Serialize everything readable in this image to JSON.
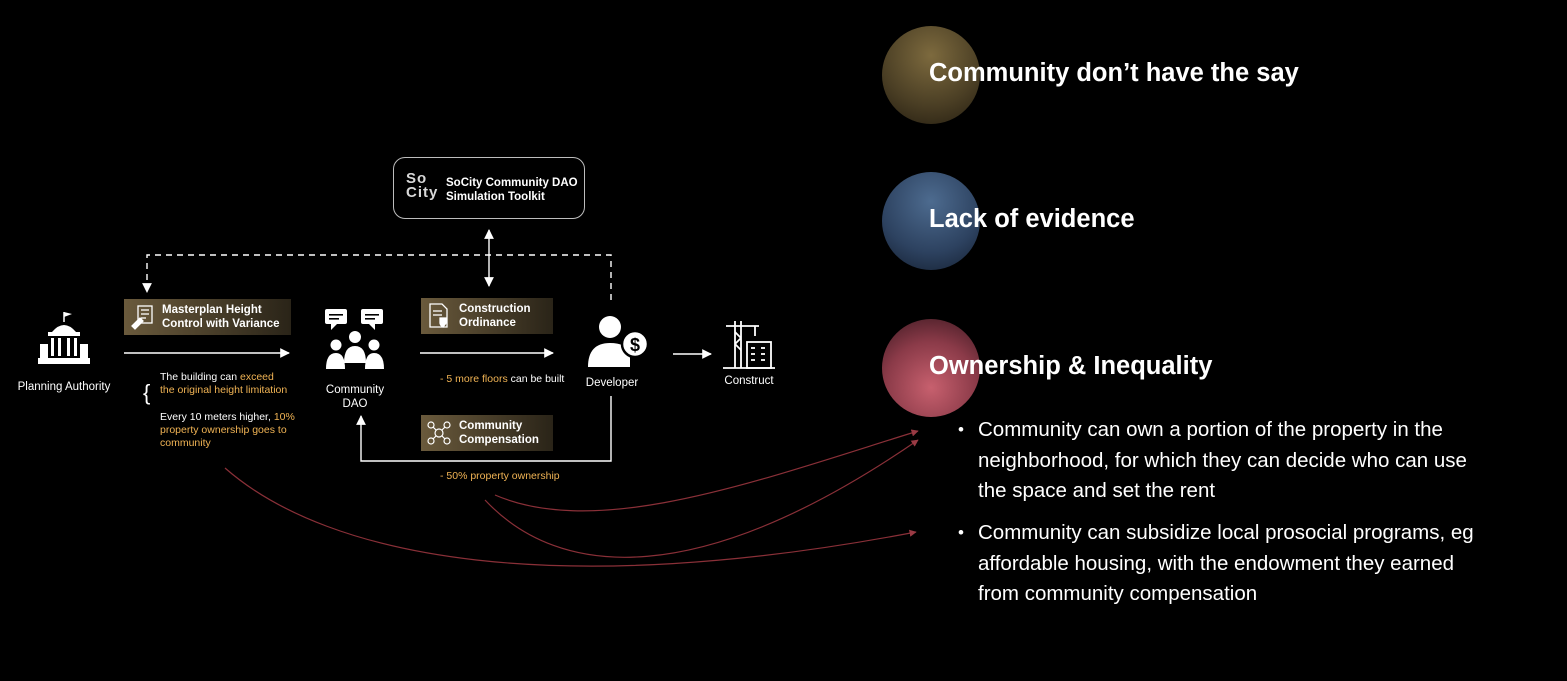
{
  "toolkit": {
    "logo_text": "So\nCity",
    "title": "SoCity Community DAO\nSimulation Toolkit"
  },
  "nodes": {
    "planning_authority": "Planning Authority",
    "community_dao": "Community\nDAO",
    "developer": "Developer",
    "construct": "Construct"
  },
  "tags": {
    "masterplan": "Masterplan Height\nControl with Variance",
    "construction": "Construction\nOrdinance",
    "compensation": "Community\nCompensation"
  },
  "notes": {
    "brace": "{",
    "exceed_pre": "The building can ",
    "exceed_hl": "exceed",
    "exceed_line2": "the original height limitation",
    "every_pre": "Every 10 meters higher, ",
    "every_hl": "10%",
    "every_line2": "property ownership goes to",
    "every_line3": "community",
    "floors_pre": "- ",
    "floors_hl": "5 more floors",
    "floors_post": " can be built",
    "ownership": "- 50% property ownership"
  },
  "issues": [
    {
      "title": "Community don’t have the say"
    },
    {
      "title": "Lack of evidence"
    },
    {
      "title": "Ownership & Inequality"
    }
  ],
  "bullets": [
    {
      "dot": "•",
      "text": "Community can own a portion of the property in the neighborhood, for which they can decide who can use the space and set the rent"
    },
    {
      "dot": "•",
      "text": "Community can subsidize local prosocial programs, eg affordable housing, with the endowment they earned from community compensation"
    }
  ],
  "colors": {
    "issue1": "#7d6a3e",
    "issue2": "#4d6b8f",
    "issue3": "#c7606e",
    "gold_highlight": "#f0b354",
    "curve": "#8a3038"
  }
}
